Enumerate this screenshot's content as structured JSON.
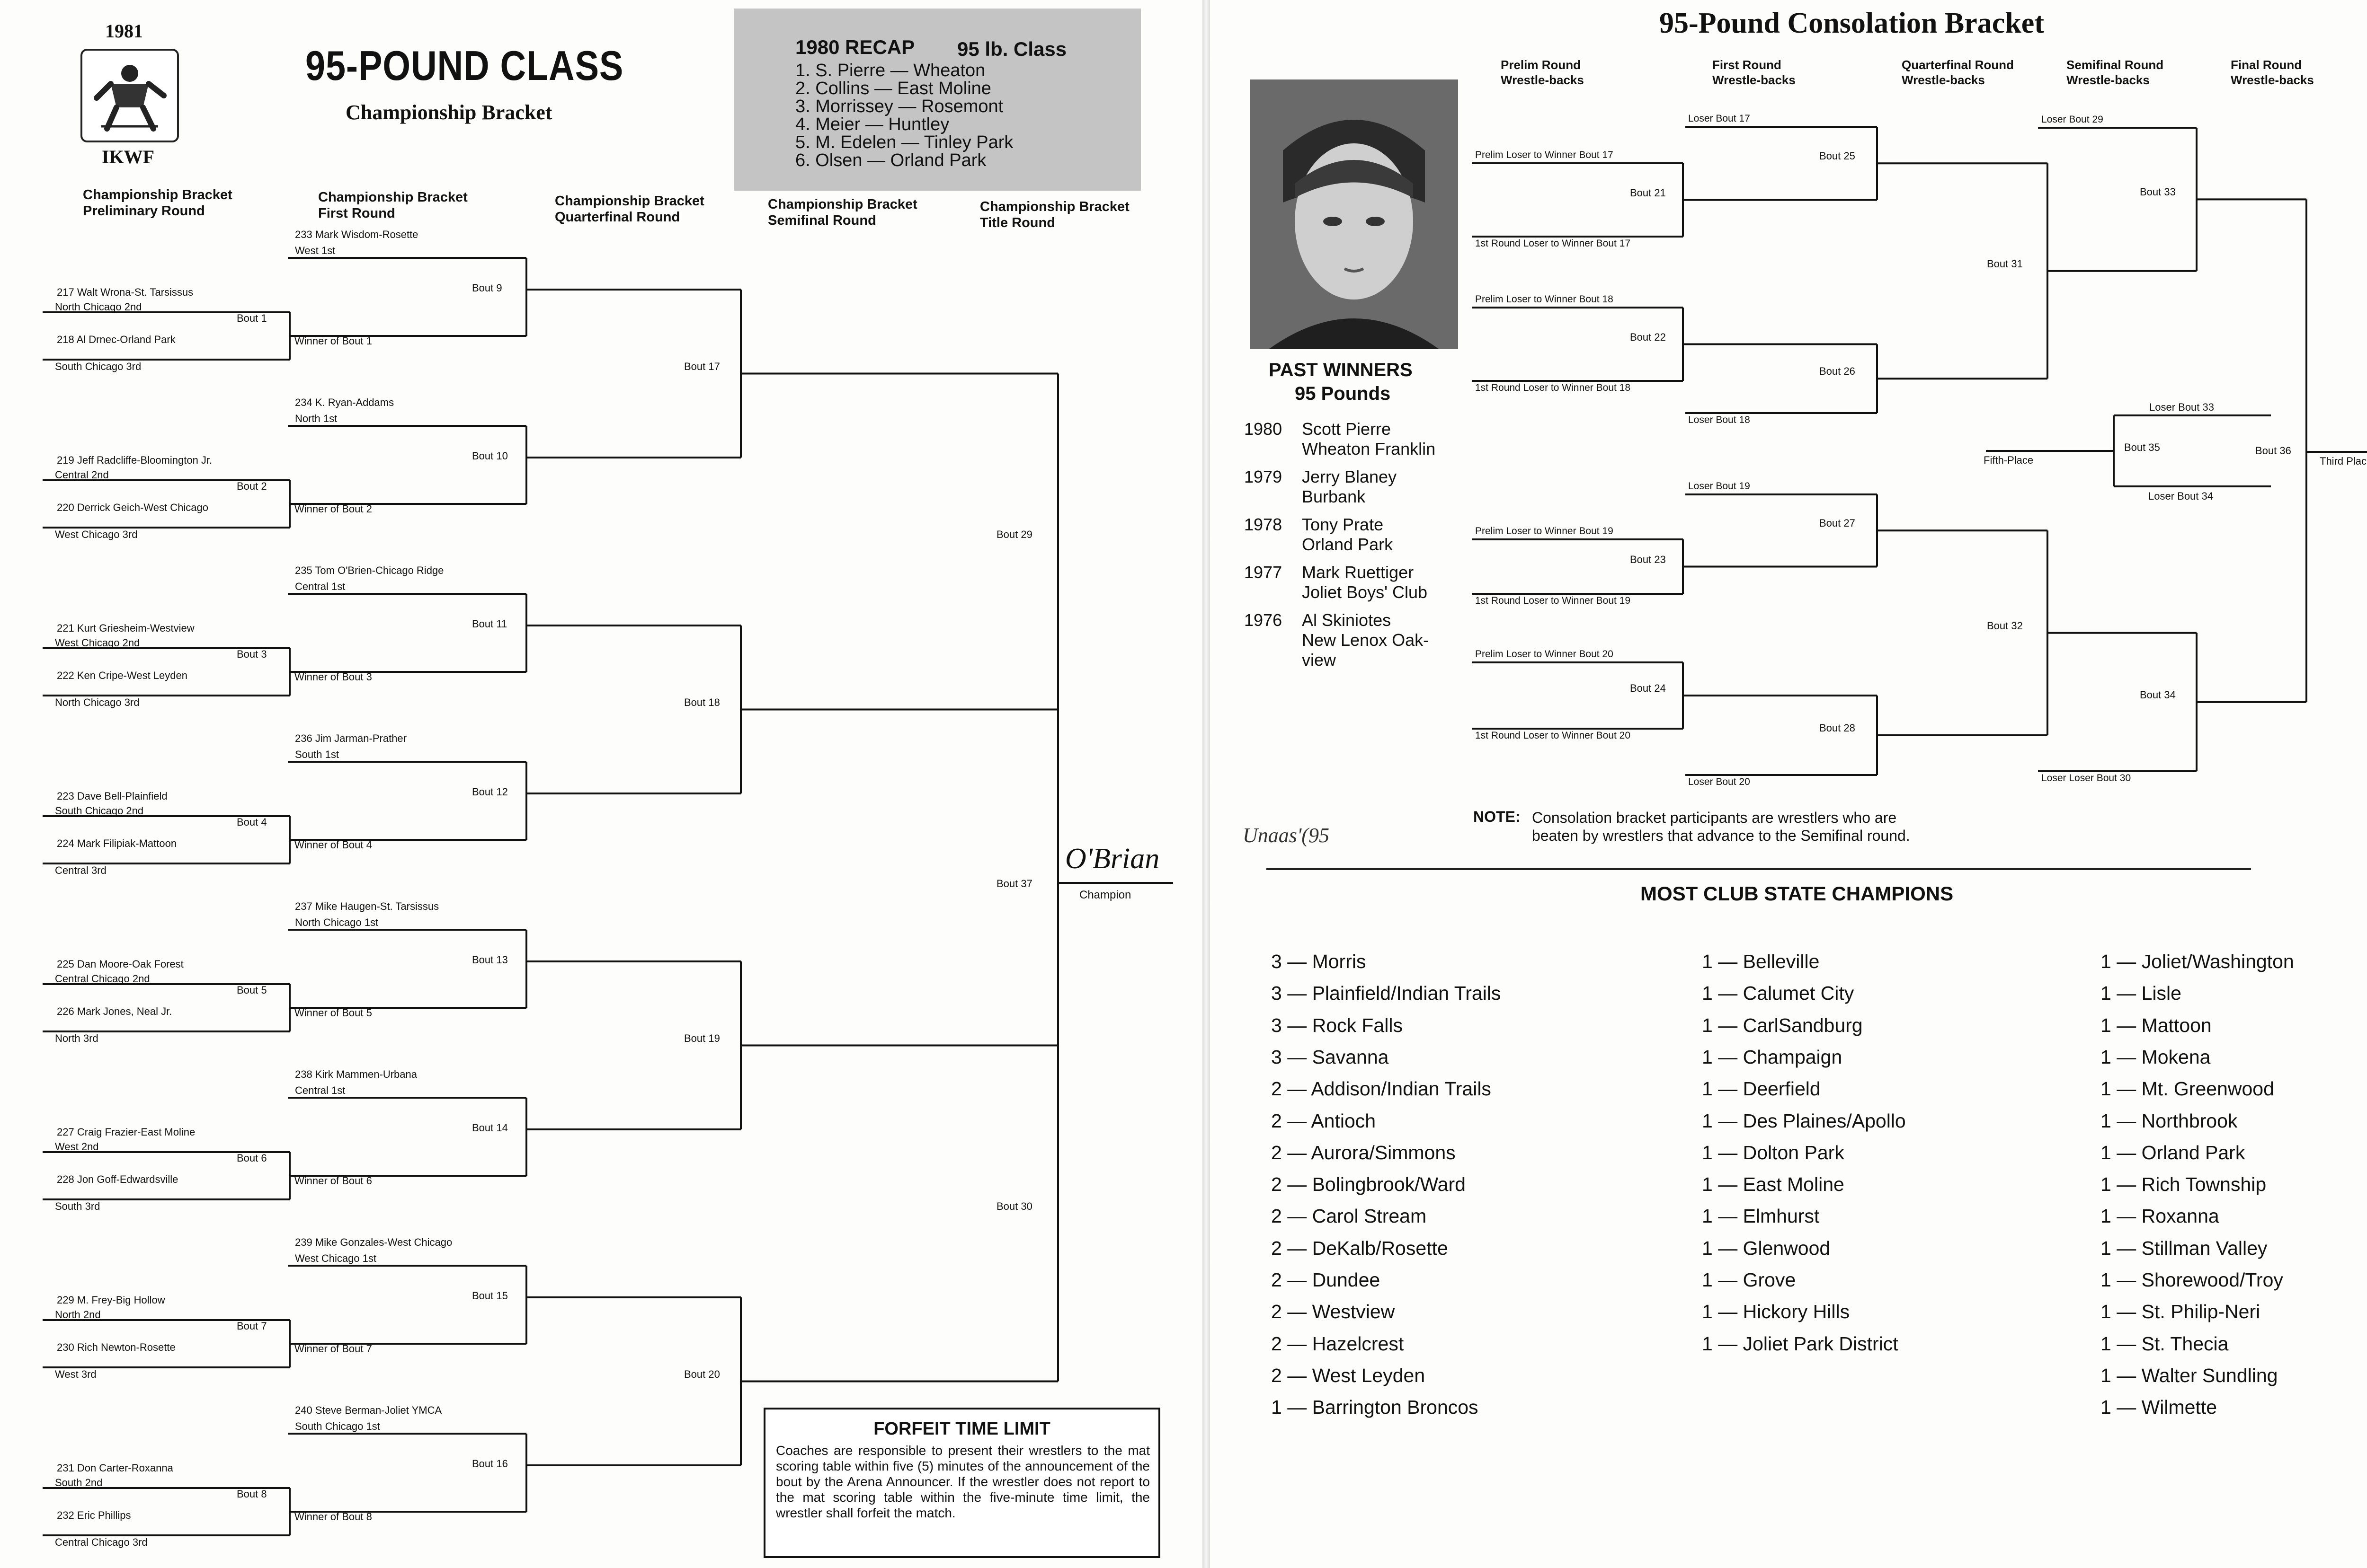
{
  "left": {
    "year": "1981",
    "org": "IKWF",
    "title": "95-POUND CLASS",
    "subtitle": "Championship Bracket",
    "recap": {
      "heading": "1980 RECAP",
      "class": "95 lb. Class",
      "entries": [
        "1. S. Pierre — Wheaton",
        "2. Collins — East Moline",
        "3. Morrissey — Rosemont",
        "4. Meier — Huntley",
        "5. M. Edelen — Tinley Park",
        "6. Olsen — Orland Park"
      ]
    },
    "round_headers": {
      "prelim": [
        "Championship Bracket",
        "Preliminary Round"
      ],
      "first": [
        "Championship Bracket",
        "First Round"
      ],
      "quarter": [
        "Championship Bracket",
        "Quarterfinal Round"
      ],
      "semi": [
        "Championship Bracket",
        "Semifinal Round"
      ],
      "title": [
        "Championship Bracket",
        "Title Round"
      ]
    },
    "prelim_slots": [
      {
        "wrestler": "217 Walt Wrona-St. Tarsissus",
        "place": "North Chicago 2nd"
      },
      {
        "wrestler": "218 Al Drnec-Orland Park",
        "place": "South Chicago 3rd"
      },
      {
        "wrestler": "219 Jeff Radcliffe-Bloomington Jr.",
        "place": "Central 2nd"
      },
      {
        "wrestler": "220 Derrick Geich-West Chicago",
        "place": "West Chicago 3rd"
      },
      {
        "wrestler": "221 Kurt Griesheim-Westview",
        "place": "West Chicago 2nd"
      },
      {
        "wrestler": "222 Ken Cripe-West Leyden",
        "place": "North Chicago 3rd"
      },
      {
        "wrestler": "223 Dave Bell-Plainfield",
        "place": "South Chicago 2nd"
      },
      {
        "wrestler": "224 Mark Filipiak-Mattoon",
        "place": "Central 3rd"
      },
      {
        "wrestler": "225 Dan Moore-Oak Forest",
        "place": "Central Chicago 2nd"
      },
      {
        "wrestler": "226 Mark Jones, Neal Jr.",
        "place": "North 3rd"
      },
      {
        "wrestler": "227 Craig Frazier-East Moline",
        "place": "West 2nd"
      },
      {
        "wrestler": "228 Jon Goff-Edwardsville",
        "place": "South 3rd"
      },
      {
        "wrestler": "229 M. Frey-Big Hollow",
        "place": "North 2nd"
      },
      {
        "wrestler": "230 Rich Newton-Rosette",
        "place": "West 3rd"
      },
      {
        "wrestler": "231 Don Carter-Roxanna",
        "place": "South 2nd"
      },
      {
        "wrestler": "232 Eric Phillips",
        "place": "Central Chicago 3rd"
      }
    ],
    "prelim_bouts": [
      "Bout 1",
      "Bout 2",
      "Bout 3",
      "Bout 4",
      "Bout 5",
      "Bout 6",
      "Bout 7",
      "Bout 8"
    ],
    "first_round": [
      {
        "wrestler": "233 Mark Wisdom-Rosette",
        "place": "West 1st",
        "winner_of": "Winner of Bout 1",
        "bout": "Bout 9"
      },
      {
        "wrestler": "234 K. Ryan-Addams",
        "place": "North 1st",
        "winner_of": "Winner of Bout 2",
        "bout": "Bout 10"
      },
      {
        "wrestler": "235 Tom O'Brien-Chicago Ridge",
        "place": "Central 1st",
        "winner_of": "Winner of Bout 3",
        "bout": "Bout 11"
      },
      {
        "wrestler": "236 Jim Jarman-Prather",
        "place": "South 1st",
        "winner_of": "Winner of Bout 4",
        "bout": "Bout 12"
      },
      {
        "wrestler": "237 Mike Haugen-St. Tarsissus",
        "place": "North Chicago 1st",
        "winner_of": "Winner of Bout 5",
        "bout": "Bout 13"
      },
      {
        "wrestler": "238 Kirk Mammen-Urbana",
        "place": "Central 1st",
        "winner_of": "Winner of Bout 6",
        "bout": "Bout 14"
      },
      {
        "wrestler": "239 Mike Gonzales-West Chicago",
        "place": "West Chicago 1st",
        "winner_of": "Winner of Bout 7",
        "bout": "Bout 15"
      },
      {
        "wrestler": "240 Steve Berman-Joliet YMCA",
        "place": "South Chicago 1st",
        "winner_of": "Winner of Bout 8",
        "bout": "Bout 16"
      }
    ],
    "quarter_bouts": [
      "Bout 17",
      "Bout 18",
      "Bout 19",
      "Bout 20"
    ],
    "semi_bouts": [
      "Bout 29",
      "Bout 30"
    ],
    "title_bout": "Bout 37",
    "champion_name": "O'Brian",
    "champion_label": "Champion",
    "forfeit": {
      "title": "FORFEIT TIME LIMIT",
      "body": "Coaches are responsible to present their wrestlers to the mat scoring table within five (5) minutes of the announcement of the bout by the Arena Announcer. If the wrestler does not report to the mat scoring table within the five-minute time limit, the wrestler shall forfeit the match."
    }
  },
  "right": {
    "title": "95-Pound Consolation Bracket",
    "round_headers": [
      [
        "Prelim Round",
        "Wrestle-backs"
      ],
      [
        "First Round",
        "Wrestle-backs"
      ],
      [
        "Quarterfinal Round",
        "Wrestle-backs"
      ],
      [
        "Semifinal Round",
        "Wrestle-backs"
      ],
      [
        "Final Round",
        "Wrestle-backs"
      ]
    ],
    "prelim_lines": [
      "Prelim Loser to Winner Bout 17",
      "1st Round Loser to Winner Bout 17",
      "Prelim Loser to Winner Bout 18",
      "1st Round Loser to Winner Bout 18",
      "Prelim Loser to Winner Bout 19",
      "1st Round Loser to Winner Bout 19",
      "Prelim Loser to Winner Bout 20",
      "1st Round Loser to Winner Bout 20"
    ],
    "prelim_bouts": [
      "Bout 21",
      "Bout 22",
      "Bout 23",
      "Bout 24"
    ],
    "first_losers": [
      "Loser Bout 17",
      "Loser Bout 18",
      "Loser Bout 19",
      "Loser Bout 20"
    ],
    "first_bouts": [
      "Bout 25",
      "Bout 26",
      "Bout 27",
      "Bout 28"
    ],
    "quarter_bouts": [
      "Bout 31",
      "Bout 32"
    ],
    "semi_losers": [
      "Loser Bout 29",
      "Loser Loser Bout 30"
    ],
    "semi_bouts": [
      "Bout 33",
      "Bout 34"
    ],
    "fifth_loser_top": "Loser Bout 33",
    "fifth_loser_bottom": "Loser Bout 34",
    "fifth_bout": "Bout 35",
    "fifth_label": "Fifth-Place",
    "final_bout": "Bout 36",
    "third_label": "Third Place",
    "past_winners": {
      "title": "PAST WINNERS",
      "subtitle": "95 Pounds",
      "entries": [
        {
          "year": "1980",
          "name": "Scott Pierre",
          "club": "Wheaton Franklin"
        },
        {
          "year": "1979",
          "name": "Jerry Blaney",
          "club": "Burbank"
        },
        {
          "year": "1978",
          "name": "Tony Prate",
          "club": "Orland Park"
        },
        {
          "year": "1977",
          "name": "Mark Ruettiger",
          "club": "Joliet Boys' Club"
        },
        {
          "year": "1976",
          "name": "Al Skiniotes",
          "club": "New Lenox Oak-",
          "club2": "view"
        }
      ]
    },
    "note_label": "NOTE:",
    "note_line1": "Consolation bracket participants are wrestlers who are",
    "note_line2": "beaten by wrestlers that advance to the Semifinal round.",
    "signature": "Unaas'(95",
    "champions_title": "MOST CLUB STATE CHAMPIONS",
    "champions_col1": [
      "3 — Morris",
      "3 — Plainfield/Indian Trails",
      "3 — Rock Falls",
      "3 — Savanna",
      "2 — Addison/Indian Trails",
      "2 — Antioch",
      "2 — Aurora/Simmons",
      "2 — Bolingbrook/Ward",
      "2 — Carol Stream",
      "2 — DeKalb/Rosette",
      "2 — Dundee",
      "2 — Westview",
      "2 — Hazelcrest",
      "2 — West Leyden",
      "1 — Barrington Broncos"
    ],
    "champions_col2": [
      "1 — Belleville",
      "1 — Calumet City",
      "1 — CarlSandburg",
      "1 — Champaign",
      "1 — Deerfield",
      "1 — Des Plaines/Apollo",
      "1 — Dolton Park",
      "1 — East Moline",
      "1 — Elmhurst",
      "1 — Glenwood",
      "1 — Grove",
      "1 — Hickory Hills",
      "1 — Joliet Park District"
    ],
    "champions_col3": [
      "1 — Joliet/Washington",
      "1 — Lisle",
      "1 — Mattoon",
      "1 — Mokena",
      "1 — Mt. Greenwood",
      "1 — Northbrook",
      "1 — Orland Park",
      "1 — Rich Township",
      "1 — Roxanna",
      "1 — Stillman Valley",
      "1 — Shorewood/Troy",
      "1 — St. Philip-Neri",
      "1 — St. Thecia",
      "1 — Walter Sundling",
      "1 — Wilmette"
    ]
  }
}
